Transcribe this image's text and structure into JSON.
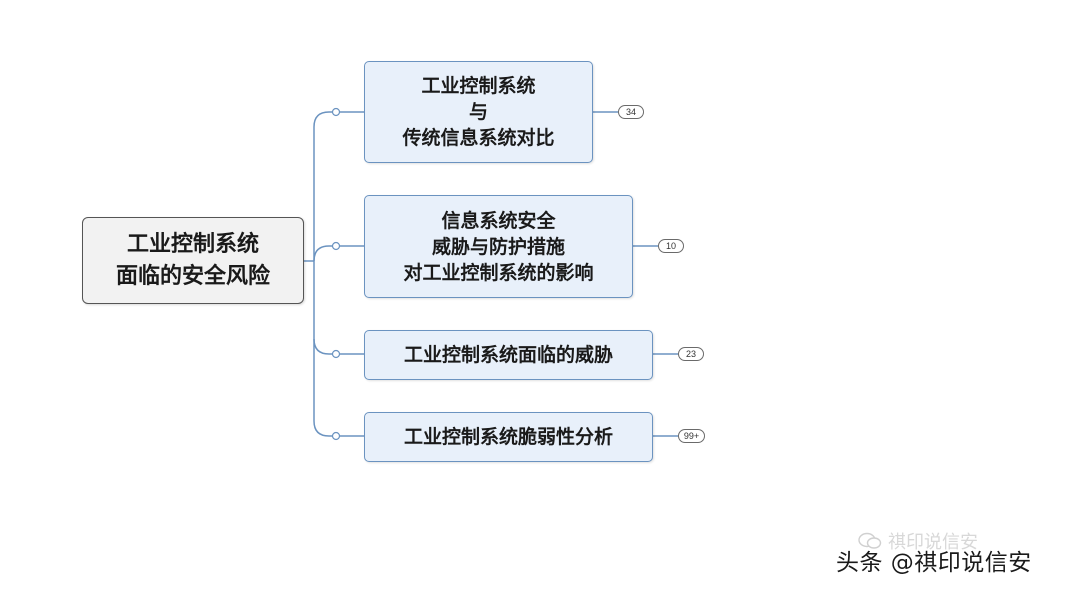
{
  "root": {
    "label": "工业控制系统\n面临的安全风险"
  },
  "branches": [
    {
      "label": "工业控制系统\n与\n传统信息系统对比",
      "count": "34"
    },
    {
      "label": "信息系统安全\n威胁与防护措施\n对工业控制系统的影响",
      "count": "10"
    },
    {
      "label": "工业控制系统面临的威胁",
      "count": "23"
    },
    {
      "label": "工业控制系统脆弱性分析",
      "count": "99+"
    }
  ],
  "watermark": {
    "icon": "wechat-icon",
    "text": "祺印说信安"
  },
  "credit": {
    "text": "头条 @祺印说信安"
  },
  "colors": {
    "connector": "#6b93c0",
    "branch_fill": "#e8f0fa",
    "branch_border": "#6b93c0",
    "root_fill": "#f2f2f2",
    "root_border": "#555555"
  }
}
